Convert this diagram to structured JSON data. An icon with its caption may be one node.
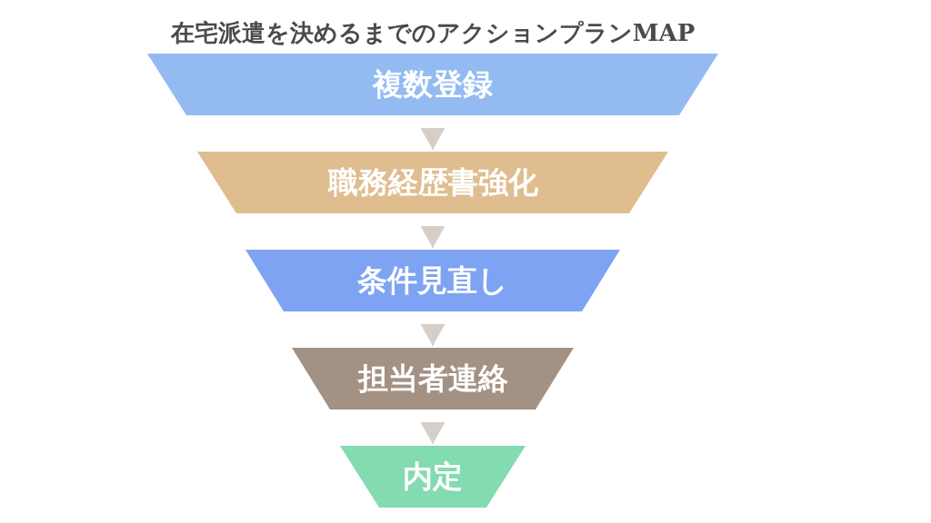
{
  "diagram": {
    "title": "在宅派遣を決めるまでのアクションプランMAP",
    "nodes": [
      {
        "text": [
          "複数登録"
        ]
      },
      {
        "text": [
          "職務経歴書強化"
        ]
      },
      {
        "text": [
          "条件見直し"
        ]
      },
      {
        "text": [
          "担当者連絡"
        ]
      },
      {
        "text": [
          "内定"
        ]
      }
    ],
    "edges": [
      {
        "from": 0,
        "to": 1,
        "arrow": "to"
      },
      {
        "from": 1,
        "to": 2,
        "arrow": "to"
      },
      {
        "from": 2,
        "to": 3,
        "arrow": "to"
      },
      {
        "from": 3,
        "to": 4,
        "arrow": "to"
      }
    ]
  }
}
